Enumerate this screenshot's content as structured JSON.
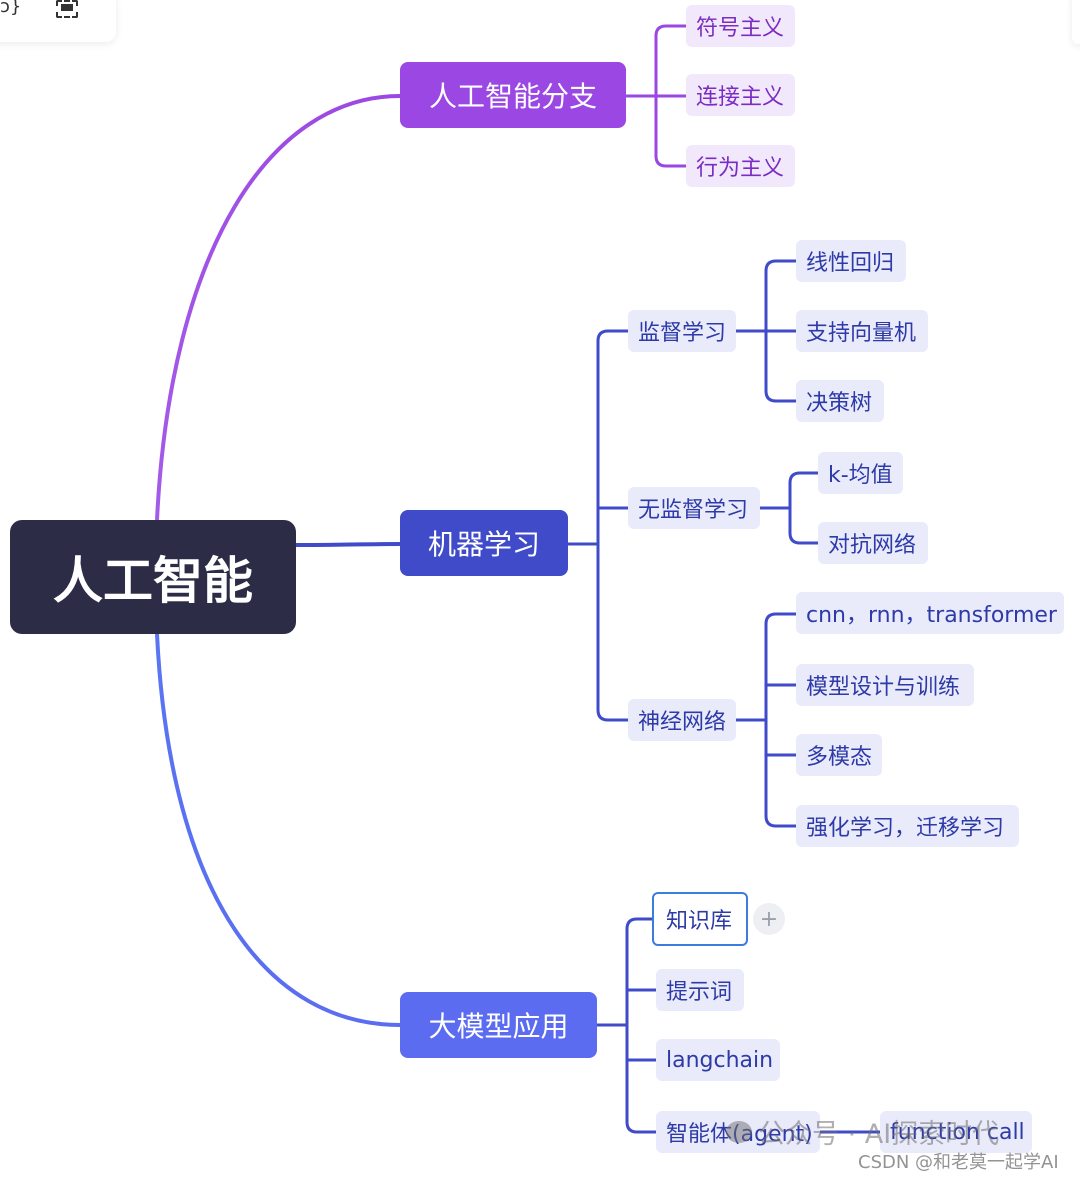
{
  "root": {
    "label": "人工智能"
  },
  "branches": {
    "ai_branches": {
      "label": "人工智能分支",
      "children": [
        "符号主义",
        "连接主义",
        "行为主义"
      ]
    },
    "machine_learning": {
      "label": "机器学习",
      "supervised": {
        "label": "监督学习",
        "children": [
          "线性回归",
          "支持向量机",
          "决策树"
        ]
      },
      "unsupervised": {
        "label": "无监督学习",
        "children": [
          "k-均值",
          "对抗网络"
        ]
      },
      "neural": {
        "label": "神经网络",
        "children": [
          "cnn，rnn，transformer",
          "模型设计与训练",
          "多模态",
          "强化学习，迁移学习"
        ]
      }
    },
    "llm_apps": {
      "label": "大模型应用",
      "children": [
        "知识库",
        "提示词",
        "langchain",
        "智能体(agent)"
      ],
      "agent_child": "function call"
    }
  },
  "add_button": "+",
  "watermarks": {
    "wechat": "公众号 · AI探索时代",
    "csdn": "CSDN @和老莫一起学AI"
  },
  "colors": {
    "root": "#2d2c46",
    "purple": "#9b47e3",
    "indigo": "#3f4bc9",
    "blue": "#5b6cf0",
    "leaf_purple_bg": "#f2e8fb",
    "leaf_blue_bg": "#e9ebfb"
  }
}
